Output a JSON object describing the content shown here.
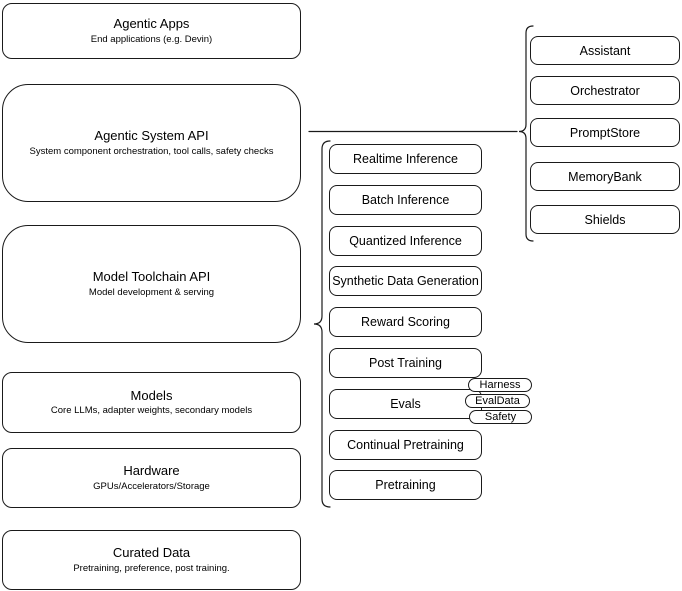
{
  "diagram": {
    "left_stack": [
      {
        "title": "Agentic Apps",
        "subtitle": "End applications (e.g. Devin)"
      },
      {
        "title": "Agentic System API",
        "subtitle": "System component orchestration, tool calls, safety checks"
      },
      {
        "title": "Model Toolchain API",
        "subtitle": "Model development & serving"
      },
      {
        "title": "Models",
        "subtitle": "Core LLMs, adapter weights, secondary models"
      },
      {
        "title": "Hardware",
        "subtitle": "GPUs/Accelerators/Storage"
      },
      {
        "title": "Curated Data",
        "subtitle": "Pretraining, preference, post training."
      }
    ],
    "toolchain_items": [
      "Realtime Inference",
      "Batch Inference",
      "Quantized Inference",
      "Synthetic Data Generation",
      "Reward Scoring",
      "Post Training",
      "Evals",
      "Continual Pretraining",
      "Pretraining"
    ],
    "eval_tags": [
      "Harness",
      "EvalData",
      "Safety"
    ],
    "system_components": [
      "Assistant",
      "Orchestrator",
      "PromptStore",
      "MemoryBank",
      "Shields"
    ],
    "colors": {
      "stroke": "#1a1a1a",
      "background": "#ffffff",
      "text": "#000000"
    }
  }
}
